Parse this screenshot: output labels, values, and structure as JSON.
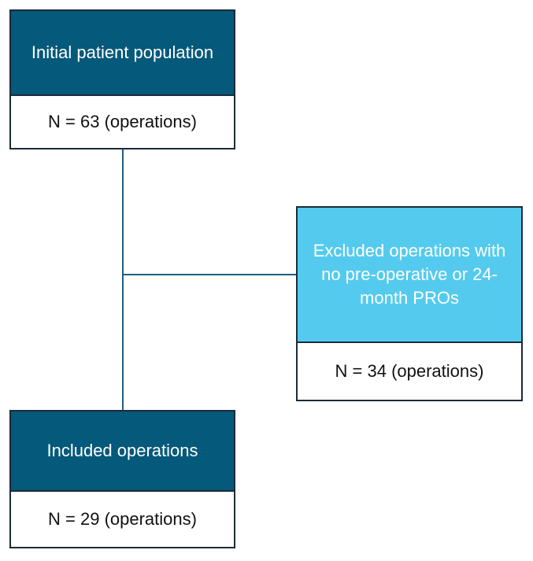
{
  "colors": {
    "primary_header": "#05597a",
    "excluded_header": "#54cbee",
    "border": "#1c2b36",
    "connector": "#1f5e7e"
  },
  "nodes": {
    "initial": {
      "title": "Initial patient population",
      "count": "N = 63 (operations)"
    },
    "excluded": {
      "title": "Excluded operations with no pre-operative or 24-month PROs",
      "count": "N = 34 (operations)"
    },
    "included": {
      "title": "Included operations",
      "count": "N = 29 (operations)"
    }
  }
}
